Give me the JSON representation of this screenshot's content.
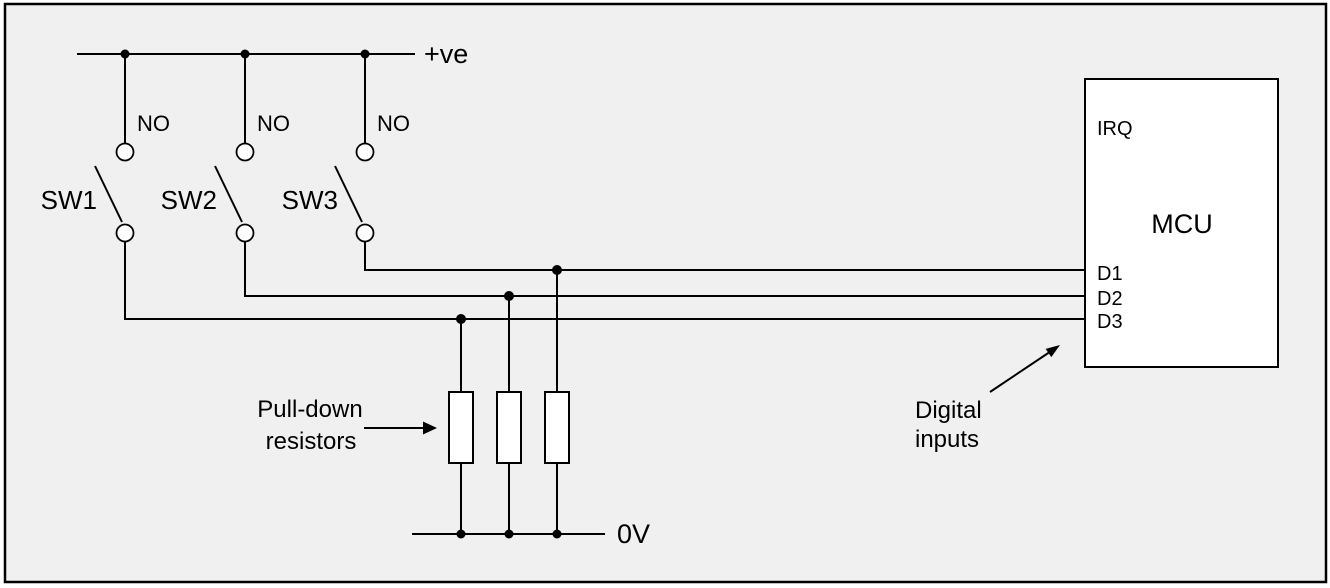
{
  "colors": {
    "background": "#f0f0f0",
    "line": "#000000",
    "component_fill": "#ffffff"
  },
  "rails": {
    "positive": "+ve",
    "ground": "0V"
  },
  "switches": [
    {
      "label": "SW1",
      "contact": "NO"
    },
    {
      "label": "SW2",
      "contact": "NO"
    },
    {
      "label": "SW3",
      "contact": "NO"
    }
  ],
  "mcu": {
    "title": "MCU",
    "interrupt_pin": "IRQ",
    "input_pins": [
      "D1",
      "D2",
      "D3"
    ]
  },
  "annotations": {
    "pull_down": {
      "line1": "Pull-down",
      "line2": "resistors"
    },
    "digital_inputs": {
      "line1": "Digital",
      "line2": "inputs"
    }
  }
}
